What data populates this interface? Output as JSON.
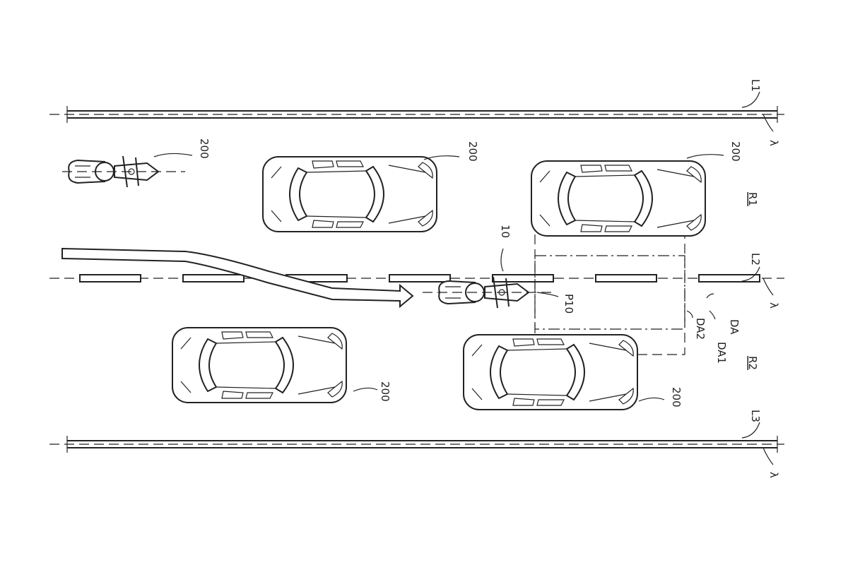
{
  "labels": {
    "lane_line_top": "L1",
    "lane_line_mid": "L2",
    "lane_line_bottom": "L3",
    "lambda_top": "λ",
    "lambda_mid": "λ",
    "lambda_bottom": "λ",
    "lane_right": "R1",
    "lane_left": "R2",
    "own_vehicle": "10",
    "point": "P10",
    "area_group": "DA",
    "area_2": "DA2",
    "area_1": "DA1",
    "other_vehicle_1": "200",
    "other_vehicle_2": "200",
    "other_vehicle_3": "200",
    "other_vehicle_4": "200",
    "other_vehicle_5": "200"
  }
}
